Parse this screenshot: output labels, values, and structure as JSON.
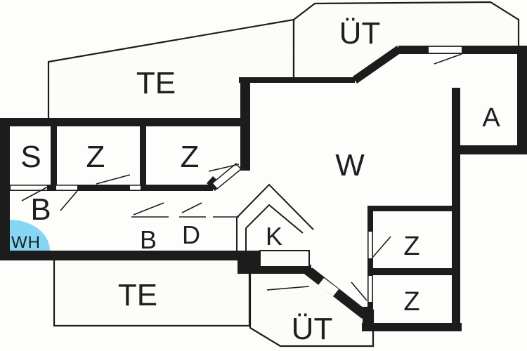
{
  "plan": {
    "title": "apartment-floor-plan",
    "background_color": "#fdfdfb",
    "wall_color": "#1c1c1c",
    "outline_color": "#1c1c1c",
    "water_heater_color": "#85d6f2",
    "wh_text_color": "#1e3a52",
    "rooms": {
      "te_top": {
        "label": "TE"
      },
      "uet_top": {
        "label": "ÜT"
      },
      "s": {
        "label": "S"
      },
      "z1": {
        "label": "Z"
      },
      "z2": {
        "label": "Z"
      },
      "w": {
        "label": "W"
      },
      "a": {
        "label": "A"
      },
      "b_hall": {
        "label": "B"
      },
      "wh": {
        "label": "WH"
      },
      "b_small": {
        "label": "B"
      },
      "d": {
        "label": "D"
      },
      "k": {
        "label": "K"
      },
      "z_right_1": {
        "label": "Z"
      },
      "z_right_2": {
        "label": "Z"
      },
      "uet_bottom": {
        "label": "ÜT"
      },
      "te_bottom": {
        "label": "TE"
      }
    }
  }
}
